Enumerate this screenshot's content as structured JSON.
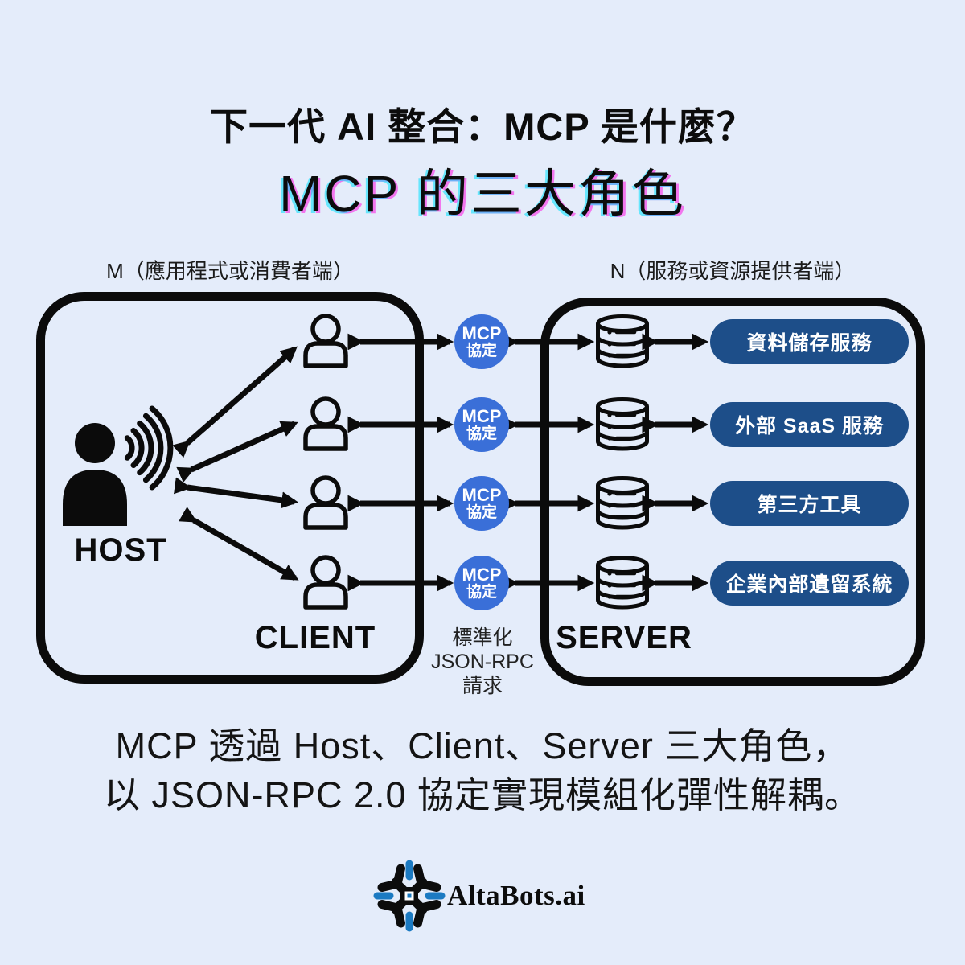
{
  "page": {
    "background_color": "#e4ecfa",
    "accent_colors": {
      "badge_blue": "#3a6fd8",
      "pill_navy": "#1d4e89",
      "logo_blue": "#1b7ac2",
      "line_black": "#0b0b0b"
    }
  },
  "header": {
    "title": "下一代 AI 整合：MCP 是什麼？",
    "subtitle": "MCP 的三大角色"
  },
  "diagram": {
    "host_group_label": "M（應用程式或消費者端）",
    "server_group_label": "N（服務或資源提供者端）",
    "host_label": "HOST",
    "client_label": "CLIENT",
    "server_label": "SERVER",
    "client_count": 4,
    "protocol_badge": {
      "line1": "MCP",
      "line2": "協定"
    },
    "json_rpc_note": {
      "line1": "標準化",
      "line2": "JSON-RPC",
      "line3": "請求"
    },
    "server_services": [
      {
        "label": "資料儲存服務"
      },
      {
        "label": "外部 SaaS 服務"
      },
      {
        "label": "第三方工具"
      },
      {
        "label": "企業內部遺留系統"
      }
    ],
    "icons": {
      "host": "person-filled-icon",
      "host_broadcast": "sound-waves-icon",
      "client": "person-outline-icon",
      "server_node": "database-icon"
    }
  },
  "footer": {
    "summary_line1": "MCP 透過 Host、Client、Server 三大角色，",
    "summary_line2": "以 JSON-RPC 2.0 協定實現模組化彈性解耦。",
    "brand": "AltaBots.ai"
  }
}
